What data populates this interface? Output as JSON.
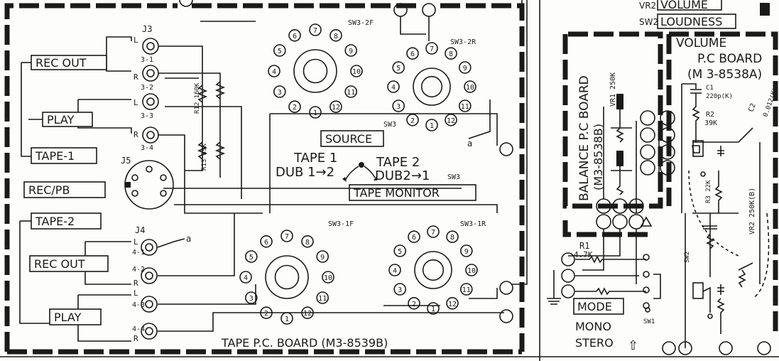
{
  "labels": {
    "vr2_ref": "VR2",
    "volume": "VOLUME",
    "sw2_ref": "SW2",
    "loudness": "LOUDNESS",
    "j3": "J3",
    "j3_1": "3-1",
    "j3_2": "3-2",
    "j3_3": "3-3",
    "j3_4": "3-4",
    "rec_out": "REC OUT",
    "play": "PLAY",
    "tape_1": "TAPE-1",
    "j5": "J5",
    "rec_pb": "REC/PB",
    "tape_2": "TAPE-2",
    "j4": "J4",
    "j4_1": "4-1",
    "j4_2": "4-2",
    "j4_3": "4-3",
    "j4_4": "4-4",
    "l": "L",
    "r": "R",
    "a": "a",
    "r12": "R12 160K",
    "r13": "R13 39K",
    "sw3_2f": "SW3-2F",
    "sw3_2r": "SW3-2R",
    "sw3_1f": "SW3-1F",
    "sw3_1r": "SW3-1R",
    "sw3": "SW3",
    "source": "SOURCE",
    "tape1": "TAPE 1",
    "tape2": "TAPE 2",
    "dub12": "DUB 1→2",
    "dub21": "DUB2→1",
    "tape_monitor": "TAPE MONITOR",
    "tape_board": "TAPE  P.C. BOARD (M3-8539B)",
    "balance_board": "BALANCE P.C BOARD",
    "balance_model": "(M3-8538B)",
    "vr1": "VR1 250K",
    "volume_board_1": "VOLUME",
    "volume_board_2": "P.C BOARD",
    "volume_board_3": "(M 3-8538A)",
    "c1": "C1",
    "c1_val": "220p(K)",
    "r2": "R2",
    "r2_val": "39K",
    "c2": "C2",
    "c2_val": "0.012(K)",
    "r3": "R3 22K",
    "vr2": "VR2 250K(B)",
    "r1": "R1",
    "r1_val": "4.7K",
    "sw2": "SW2",
    "mode": "MODE",
    "mono": "MONO",
    "stero": "STERO",
    "sw1": "SW1"
  },
  "switch_positions": [
    "1",
    "2",
    "3",
    "4",
    "5",
    "6",
    "7",
    "8",
    "9",
    "10",
    "11",
    "12"
  ]
}
